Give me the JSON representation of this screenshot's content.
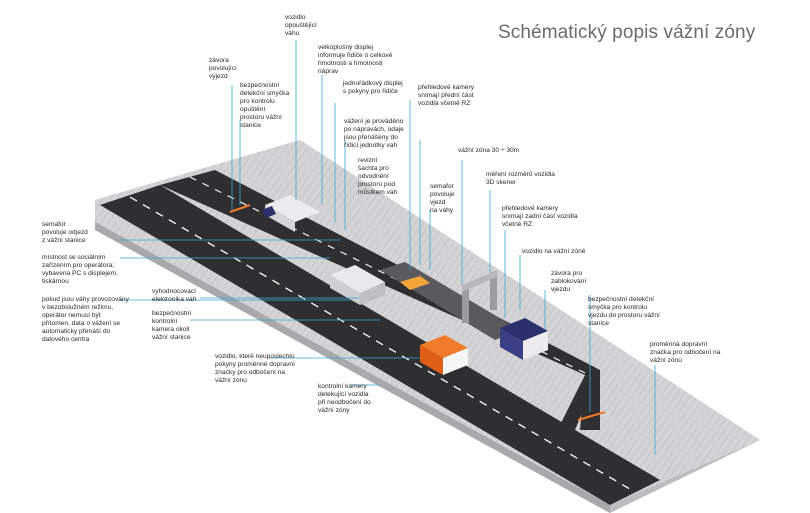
{
  "title": "Schématický popis vážní zóny",
  "labels": {
    "zavora_vyjezd": "závora\npovolující\nvýjezd",
    "smycka_vystup": "bezpečnostní\ndetekční smyčka\npro kontrolu\nopuštění\nprostoru vážní\nstanice",
    "vozidlo_opousti": "vozidlo\nopouštějící\nváhu",
    "velkoplosny_displej": "velkoplošný displej\ninformuje řidiče o celkové\nhmotnosti a hmotnosti\nnáprav",
    "jednoradkovy_displej": "jednořádkový displej\ns pokyny pro řidiče",
    "prehledove_predni": "přehledové kamery\nsnímají přední část\nvozidla včetně RZ",
    "vazeni_napravach": "vážení je prováděno\npo nápravách, údaje\njsou přenášeny do\nřídicí jednotky vah",
    "vazni_zona": "vážní zóna 30 ÷ 30m",
    "revizni_sachta": "revizní\nšachta pro\nodvodnění\nprostoru pod\nmůstkem vah",
    "semafor_vjezd": "semafor\npovoluje\nvjezd\nna váhy",
    "mereni_rozmeru": "měření rozměrů vozidla\n3D skener",
    "prehledove_zadni": "přehledové kamery\nsnímají zadní část vozidla\nvčetně RZ",
    "semafor_odjezd": "semafor\npovoluje odjezd\nz vážní stanice",
    "mistnost": "místnost se sociálním\nzařízením pro operátora;\nvybavena PC s displejem,\ntiskárnou",
    "provoz_bez": "pokud jsou váhy provozovány\nv bezobslužném režimu,\noperátor nemusí být\npřítomen, data o vážení se\nautomaticky přenáší do\ndatového centra",
    "vozidlo_zone": "vozidlo na vážní zóně",
    "vyhodnocovaci": "vyhodnocovací\nelektronika vah",
    "zavora_zablokovani": "závora pro\nzablokování\nvjezdu",
    "kamera_okoli": "bezpečnostní\nkontrolní\nkamera okolí\nvážní stanice",
    "smycka_vjezd": "bezpečnostní detekční\nsmyčka pro kontrolu\nvjezdu do prostoru vážní\nstanice",
    "proměnná_znacka": "proměnná dopravní\nznačka pro odbočení na\nvážní zónu",
    "vozidlo_neuposlechlo": "vozidlo, které neuposlechlo\npokyny proměnné dopravní\nznačky pro odbočení na\nvážní zónu",
    "kontrolni_kamery": "kontrolní kamery\ndetekující vozidla\npři neodbočení do\nvážní zóny"
  },
  "colors": {
    "title": "#6b6b6b",
    "callout_line": "#3aa7d8",
    "asphalt": "#2f2f31",
    "pad": "#cfcfd1",
    "pad_side": "#a9a9ab",
    "truck_orange": "#f07b2a",
    "truck_navy": "#2b2f6b"
  }
}
